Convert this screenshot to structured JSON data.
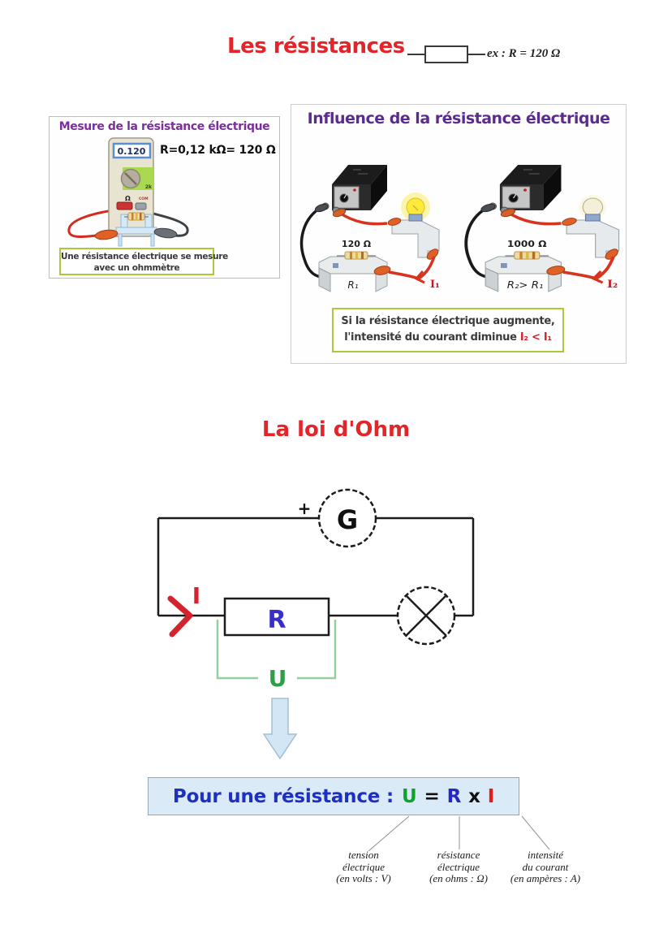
{
  "header": {
    "title": "Les résistances",
    "example": "ex :  R = 120 Ω"
  },
  "measure_panel": {
    "title": "Mesure de la résistance électrique",
    "reading": "R=0,12 kΩ= 120 Ω",
    "multimeter": {
      "display": "0.120",
      "range": "2k",
      "ohm_label": "Ω",
      "com_label": "COM"
    },
    "caption": {
      "line1": "Une résistance électrique se mesure",
      "line2": "avec un ohmmètre"
    }
  },
  "influence_panel": {
    "title": "Influence de la résistance électrique",
    "circuits": [
      {
        "value": "120 Ω",
        "r_label": "R₁",
        "i_label": "I₁"
      },
      {
        "value": "1000 Ω",
        "r_label": "R₂> R₁",
        "i_label": "I₂"
      }
    ],
    "caption": {
      "line1": "Si la résistance électrique augmente,",
      "line2": "l'intensité du courant diminue",
      "comparison": "I₂ < I₁"
    }
  },
  "ohm_law": {
    "title": "La loi d'Ohm",
    "plus": "+",
    "generator": "G",
    "resistor": "R",
    "current": "I",
    "voltage": "U"
  },
  "formula": {
    "prefix": "Pour une résistance :",
    "u": "U",
    "eq": "=",
    "r": "R",
    "times": "x",
    "i": "I"
  },
  "legend": [
    {
      "l1": "tension",
      "l2": "électrique",
      "l3": "(en volts : V)"
    },
    {
      "l1": "résistance",
      "l2": "électrique",
      "l3": "(en ohms : Ω)"
    },
    {
      "l1": "intensité",
      "l2": "du courant",
      "l3": "(en ampères : A)"
    }
  ],
  "colors": {
    "title_red": "#e3252a",
    "panel_purple": "#5c2b8e",
    "caption_border_green": "#a9c938",
    "voltage_green": "#2f9e46",
    "resistor_blue": "#3a2ec8",
    "current_red": "#d5232e",
    "formula_bg": "#dbeaf7"
  }
}
